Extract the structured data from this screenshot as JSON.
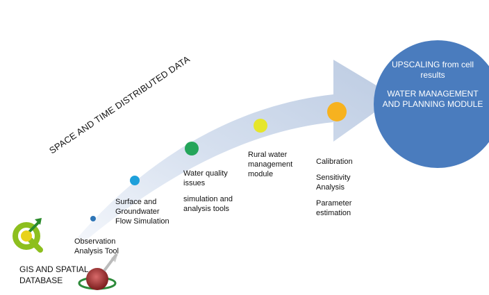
{
  "diagram": {
    "colors": {
      "arrow_fill": "#c5d3e6",
      "circle_fill": "#4a7cbe",
      "step_dots": [
        "#2e75b6",
        "#1ea0db",
        "#24a55a",
        "#e6e62a",
        "#f7b21f"
      ]
    },
    "rotated_label": "SPACE AND TIME DISTRIBUTED DATA",
    "left_label": [
      "GIS AND SPATIAL",
      "DATABASE"
    ],
    "icons": [
      "qgis-logo-icon",
      "planet-logo-icon"
    ],
    "steps": [
      {
        "lines": [
          "Observation",
          "Analysis Tool"
        ]
      },
      {
        "lines": [
          "Surface and",
          "Groundwater",
          "Flow Simulation"
        ]
      },
      {
        "lines": [
          "Water quality",
          "issues"
        ],
        "extra_lines": [
          "simulation and",
          "analysis tools"
        ]
      },
      {
        "lines": [
          "Rural water",
          "management",
          "module"
        ]
      },
      {
        "lines": [
          "Calibration"
        ],
        "extra_lines": [
          "Sensitivity",
          "Analysis"
        ],
        "extra_lines_2": [
          "Parameter",
          "estimation"
        ]
      }
    ],
    "circle": {
      "top_lines": [
        "UPSCALING from cell",
        "results"
      ],
      "bottom_lines": [
        "WATER",
        "MANAGEMENT AND",
        "PLANNING MODULE"
      ]
    }
  }
}
